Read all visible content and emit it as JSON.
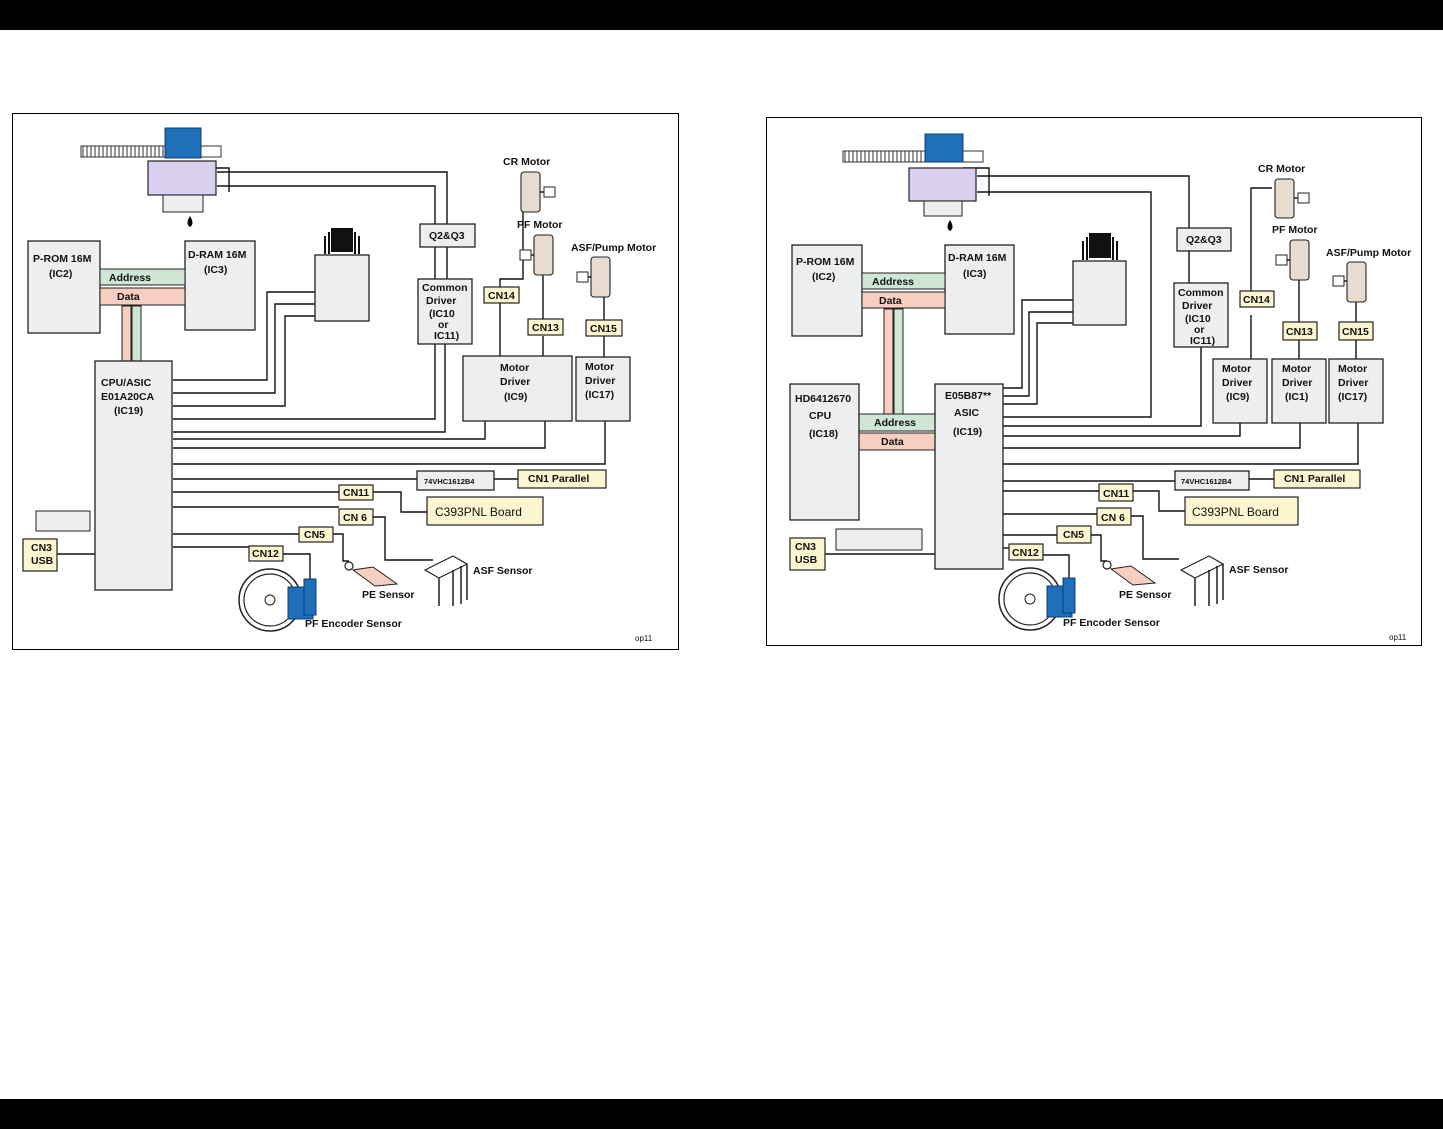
{
  "diagrams": [
    {
      "id": "left",
      "head_label": "",
      "prom": {
        "line1": "P-ROM 16M",
        "line2": "(IC2)"
      },
      "dram": {
        "line1": "D-RAM 16M",
        "line2": "(IC3)"
      },
      "bus_address": "Address",
      "bus_data": "Data",
      "cpu": {
        "line1": "CPU/ASIC",
        "line2": "E01A20CA",
        "line3": "(IC19)"
      },
      "q2q3": "Q2&Q3",
      "common_driver": {
        "line1": "Common",
        "line2": "Driver",
        "line3": "(IC10",
        "line4": "or",
        "line5": "IC11)"
      },
      "cr_motor": "CR Motor",
      "pf_motor": "PF Motor",
      "asf_motor": "ASF/Pump Motor",
      "cn14": "CN14",
      "cn13": "CN13",
      "cn15": "CN15",
      "motor_driver_ic9": {
        "line1": "Motor",
        "line2": "Driver",
        "line3": "(IC9)"
      },
      "motor_driver_ic17": {
        "line1": "Motor",
        "line2": "Driver",
        "line3": "(IC17)"
      },
      "ic_74": "74VHC1612B4",
      "cn1": "CN1 Parallel",
      "cn11": "CN11",
      "panel_board": "C393PNL Board",
      "cn6": "CN 6",
      "cn5": "CN5",
      "cn12": "CN12",
      "cn3": {
        "line1": "CN3",
        "line2": "USB"
      },
      "asf_sensor": "ASF Sensor",
      "pe_sensor": "PE Sensor",
      "pf_encoder": "PF Encoder Sensor",
      "figure_id": "op11"
    },
    {
      "id": "right",
      "prom": {
        "line1": "P-ROM 16M",
        "line2": "(IC2)"
      },
      "dram": {
        "line1": "D-RAM 16M",
        "line2": "(IC3)"
      },
      "bus_address": "Address",
      "bus_data": "Data",
      "cpu": {
        "line1": "HD6412670",
        "line2": "CPU",
        "line3": "(IC18)"
      },
      "asic": {
        "line1": "E05B87**",
        "line2": "ASIC",
        "line3": "(IC19)"
      },
      "q2q3": "Q2&Q3",
      "common_driver": {
        "line1": "Common",
        "line2": "Driver",
        "line3": "(IC10",
        "line4": "or",
        "line5": "IC11)"
      },
      "cr_motor": "CR Motor",
      "pf_motor": "PF Motor",
      "asf_motor": "ASF/Pump Motor",
      "cn14": "CN14",
      "cn13": "CN13",
      "cn15": "CN15",
      "motor_driver_ic9": {
        "line1": "Motor",
        "line2": "Driver",
        "line3": "(IC9)"
      },
      "motor_driver_ic1": {
        "line1": "Motor",
        "line2": "Driver",
        "line3": "(IC1)"
      },
      "motor_driver_ic17": {
        "line1": "Motor",
        "line2": "Driver",
        "line3": "(IC17)"
      },
      "ic_74": "74VHC1612B4",
      "cn1": "CN1 Parallel",
      "cn11": "CN11",
      "panel_board": "C393PNL Board",
      "cn6": "CN 6",
      "cn5": "CN5",
      "cn12": "CN12",
      "cn3": {
        "line1": "CN3",
        "line2": "USB"
      },
      "asf_sensor": "ASF Sensor",
      "pe_sensor": "PE Sensor",
      "pf_encoder": "PF Encoder Sensor",
      "figure_id": "op11"
    }
  ]
}
